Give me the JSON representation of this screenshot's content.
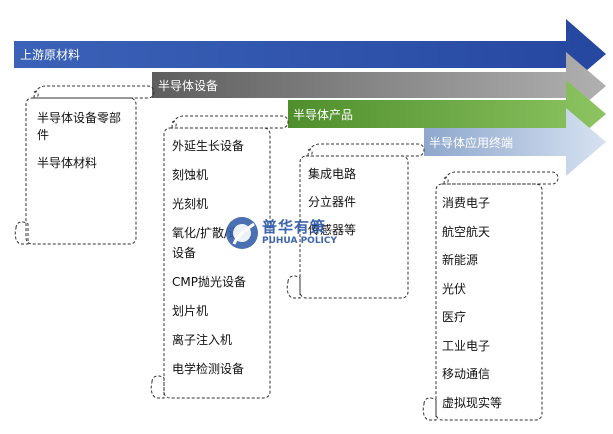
{
  "stages": [
    {
      "label": "上游原材料",
      "color": "#2b4fa0"
    },
    {
      "label": "半导体设备",
      "color": "#6e6e6e"
    },
    {
      "label": "半导体产品",
      "color": "#5a9a35"
    },
    {
      "label": "半导体应用终端",
      "color": "#9fb5d6"
    }
  ],
  "lists": {
    "upstream": [
      "半导体设备零部",
      "件",
      "半导体材料"
    ],
    "equipment": [
      "外延生长设备",
      "刻蚀机",
      "光刻机",
      "氧化/扩散/退火",
      "设备",
      "CMP抛光设备",
      "划片机",
      "离子注入机",
      "电学检测设备"
    ],
    "products": [
      "集成电路",
      "分立器件",
      "传感器等"
    ],
    "applications": [
      "消费电子",
      "航空航天",
      "新能源",
      "光伏",
      "医疗",
      "工业电子",
      "移动通信",
      "虚拟现实等"
    ]
  },
  "watermark": {
    "cn": "普华有策",
    "en": "PUHUA POLICY"
  }
}
